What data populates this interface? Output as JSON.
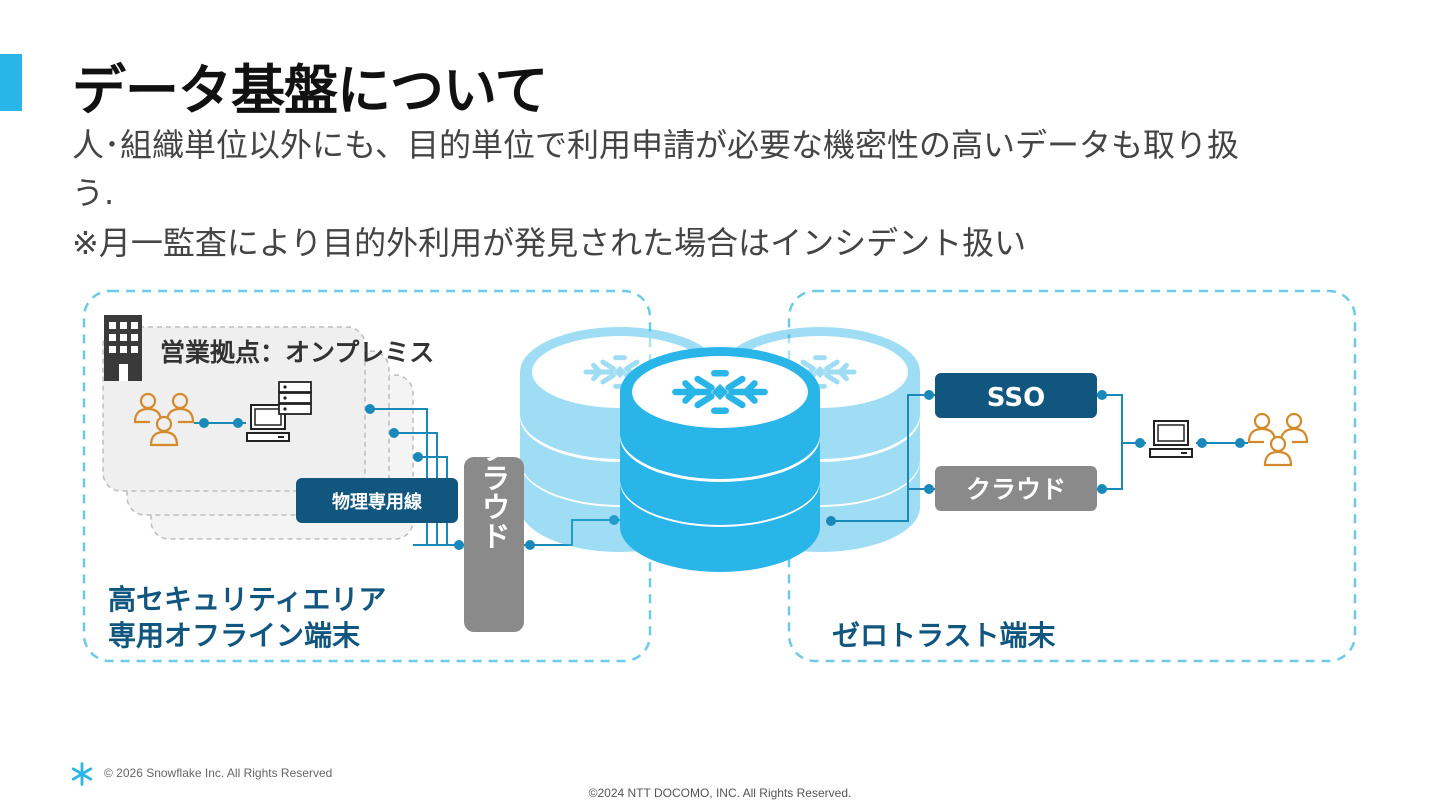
{
  "slide": {
    "title": "データ基盤について",
    "subtitle_line1": "人･組織単位以外にも、目的単位で利用申請が必要な機密性の高いデータも取り扱",
    "subtitle_line2": "う.",
    "subtitle_note": "※月一監査により目的外利用が発見された場合はインシデント扱い"
  },
  "left_zone": {
    "site_label": "営業拠点：オンプレミス",
    "leased_line_label": "物理専用線",
    "cloud_label": "クラウド",
    "zone_label_line1": "高セキュリティエリア",
    "zone_label_line2": "専用オフライン端末"
  },
  "right_zone": {
    "sso_label": "SSO",
    "cloud_label": "クラウド",
    "zone_label": "ゼロトラスト端末"
  },
  "footer": {
    "copyright_snowflake": "© 2026 Snowflake Inc. All Rights Reserved",
    "copyright_docomo": "©2024 NTT DOCOMO, INC. All Rights Reserved."
  },
  "colors": {
    "accent": "#29b5e8",
    "navy": "#11567f",
    "gray_box": "#8a8a8a",
    "person": "#d4892a",
    "connector": "#1a88b8"
  },
  "icons": [
    "building-icon",
    "users-icon",
    "terminal-icon",
    "server-icon",
    "snowflake-database-icon",
    "snowflake-logo-icon"
  ]
}
